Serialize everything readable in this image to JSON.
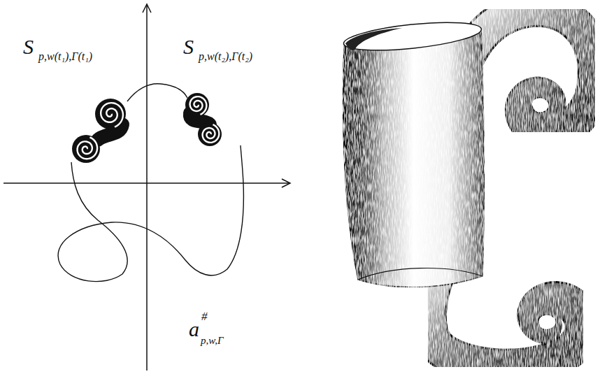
{
  "diagram": {
    "labels": [
      "S",
      "p,w(t₁),Γ(t₁)",
      "S",
      "p,w(t₂),Γ(t₂)",
      "a",
      "#",
      "p,w,Γ"
    ]
  }
}
